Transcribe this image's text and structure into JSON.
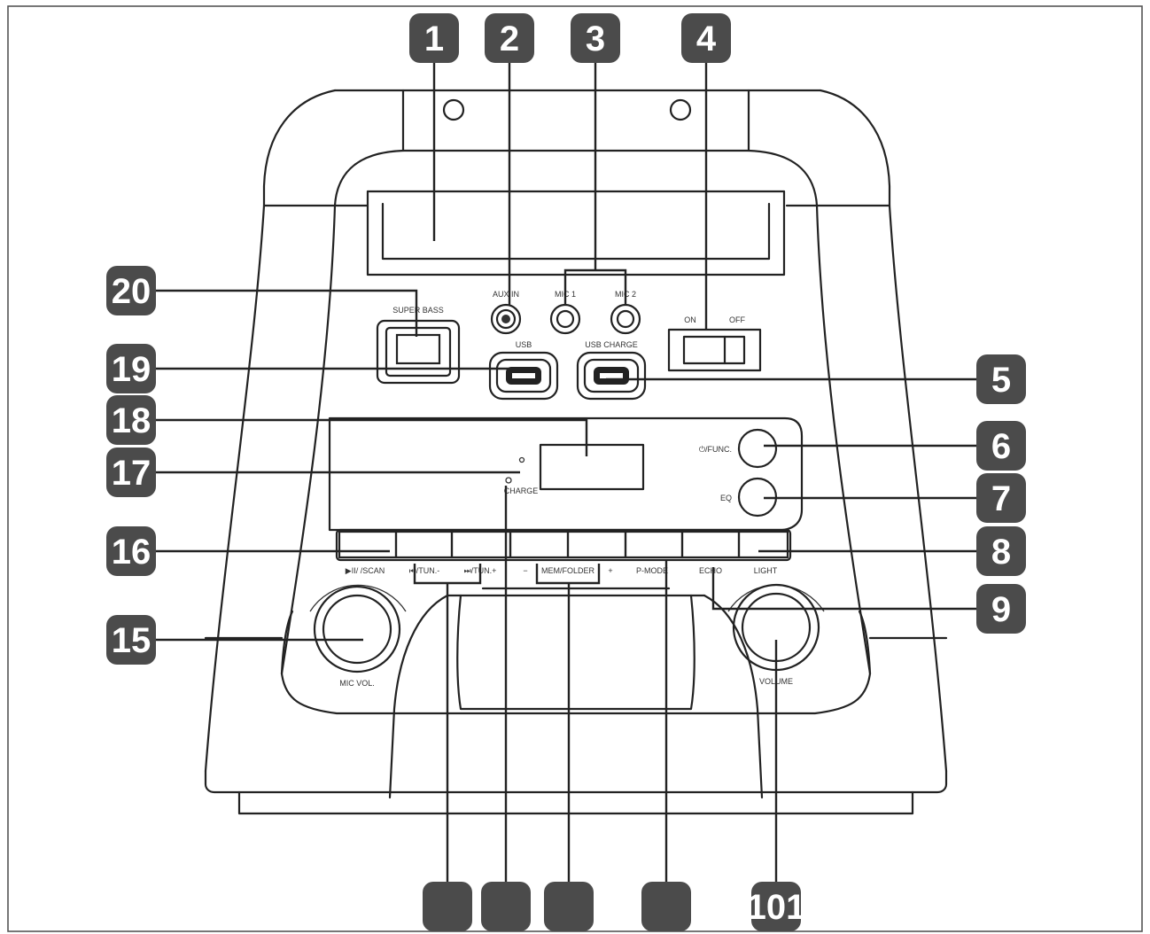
{
  "callouts": [
    {
      "id": "c1",
      "number": "1"
    },
    {
      "id": "c2",
      "number": "2"
    },
    {
      "id": "c3",
      "number": "3"
    },
    {
      "id": "c4",
      "number": "4"
    },
    {
      "id": "c5",
      "number": "5"
    },
    {
      "id": "c6",
      "number": "6"
    },
    {
      "id": "c7",
      "number": "7"
    },
    {
      "id": "c8",
      "number": "8"
    },
    {
      "id": "c9",
      "number": "9"
    },
    {
      "id": "c15",
      "number": "15"
    },
    {
      "id": "c16",
      "number": "16"
    },
    {
      "id": "c17",
      "number": "17"
    },
    {
      "id": "c18",
      "number": "18"
    },
    {
      "id": "c19",
      "number": "19"
    },
    {
      "id": "c20",
      "number": "20"
    },
    {
      "id": "c101",
      "number": "101"
    },
    {
      "id": "cb1",
      "number": ""
    },
    {
      "id": "cb2",
      "number": ""
    },
    {
      "id": "cb3",
      "number": ""
    },
    {
      "id": "cb4",
      "number": ""
    }
  ],
  "panel_labels": {
    "super_bass": "SUPER BASS",
    "aux_in": "AUX IN",
    "mic1": "MIC 1",
    "mic2": "MIC 2",
    "on": "ON",
    "off": "OFF",
    "usb": "USB",
    "usb_charge": "USB CHARGE",
    "func": "⏻/FUNC.",
    "eq": "EQ",
    "charge": "CHARGE",
    "play_scan": "▶II/ /SCAN",
    "tun_minus": "⏮/TUN.-",
    "tun_plus": "⏭/TUN.+",
    "mem_minus": "−",
    "mem_folder": "MEM/FOLDER",
    "mem_plus": "+",
    "pmode": "P-MODE",
    "echo": "ECHO",
    "light": "LIGHT",
    "mic_vol": "MIC VOL.",
    "volume": "VOLUME"
  }
}
